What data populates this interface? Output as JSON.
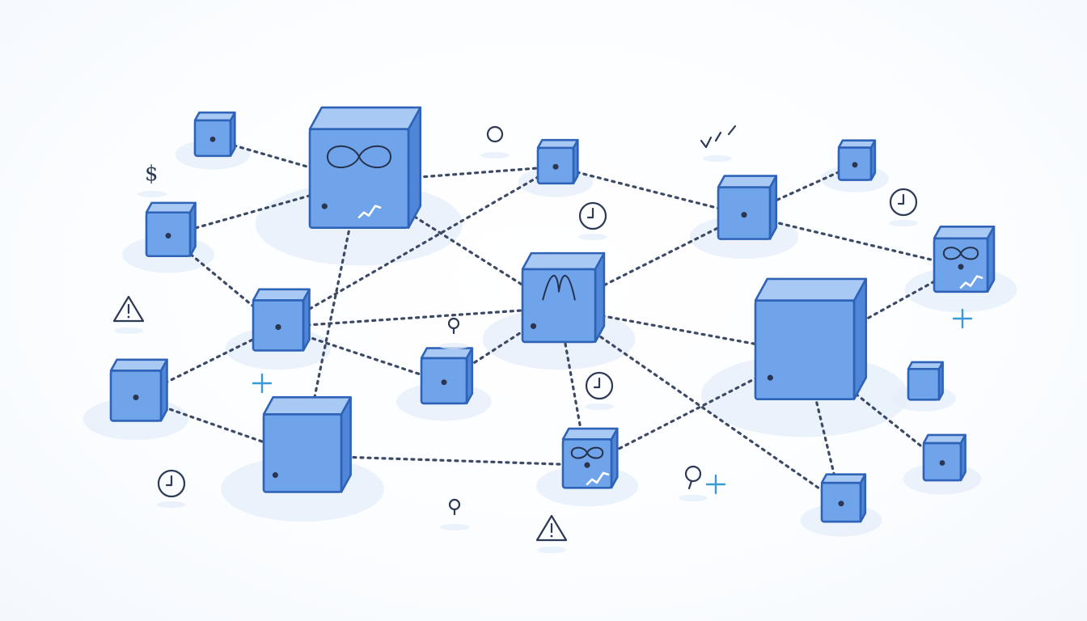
{
  "diagram": {
    "kind": "network-graph",
    "palette": {
      "cube_front": "#6fa3ea",
      "cube_top": "#a9c9f5",
      "cube_side": "#4f86d8",
      "edge": "#3d4a66",
      "accent_plus": "#3a9ad6",
      "shadow": "#e4eef9"
    },
    "nodes": [
      {
        "id": "n1",
        "size": "small",
        "icon": "none"
      },
      {
        "id": "n2",
        "size": "large",
        "icon": "infinity-icon"
      },
      {
        "id": "n3",
        "size": "small",
        "icon": "none"
      },
      {
        "id": "n4",
        "size": "small",
        "icon": "none"
      },
      {
        "id": "n5",
        "size": "small",
        "icon": "none"
      },
      {
        "id": "n6",
        "size": "small",
        "icon": "none"
      },
      {
        "id": "n7",
        "size": "medium",
        "icon": "none"
      },
      {
        "id": "n8",
        "size": "small",
        "icon": "none"
      },
      {
        "id": "n9",
        "size": "medium",
        "icon": "wave-icon"
      },
      {
        "id": "n10",
        "size": "small",
        "icon": "none"
      },
      {
        "id": "n11",
        "size": "small",
        "icon": "none"
      },
      {
        "id": "n12",
        "size": "medium",
        "icon": "infinity-icon"
      },
      {
        "id": "n13",
        "size": "small",
        "icon": "none"
      },
      {
        "id": "n14",
        "size": "large",
        "icon": "infinity-icon"
      },
      {
        "id": "n15",
        "size": "small",
        "icon": "none"
      },
      {
        "id": "n16",
        "size": "small",
        "icon": "none"
      },
      {
        "id": "n17",
        "size": "small",
        "icon": "none"
      },
      {
        "id": "n18",
        "size": "small",
        "icon": "none"
      }
    ],
    "edges": [
      [
        "n1",
        "n2"
      ],
      [
        "n2",
        "n3"
      ],
      [
        "n3",
        "n5"
      ],
      [
        "n5",
        "n6"
      ],
      [
        "n5",
        "n9"
      ],
      [
        "n5",
        "n11"
      ],
      [
        "n2",
        "n9"
      ],
      [
        "n2",
        "n7"
      ],
      [
        "n7",
        "n9"
      ],
      [
        "n7",
        "n12"
      ],
      [
        "n7",
        "n10"
      ],
      [
        "n6",
        "n12"
      ],
      [
        "n6",
        "n11"
      ],
      [
        "n11",
        "n9"
      ],
      [
        "n9",
        "n13"
      ],
      [
        "n12",
        "n13"
      ],
      [
        "n9",
        "n14"
      ],
      [
        "n9",
        "n17"
      ],
      [
        "n13",
        "n14"
      ],
      [
        "n10",
        "n15"
      ],
      [
        "n14",
        "n15"
      ],
      [
        "n14",
        "n16"
      ],
      [
        "n14",
        "n17"
      ],
      [
        "n14",
        "n18"
      ],
      [
        "n8",
        "n10"
      ]
    ],
    "decorations": [
      {
        "icon": "dollar-icon",
        "label": "$"
      },
      {
        "icon": "clock-icon"
      },
      {
        "icon": "clock-icon"
      },
      {
        "icon": "clock-icon"
      },
      {
        "icon": "clock-icon"
      },
      {
        "icon": "circle-icon"
      },
      {
        "icon": "pin-icon"
      },
      {
        "icon": "pin-icon"
      },
      {
        "icon": "warning-icon"
      },
      {
        "icon": "warning-icon"
      },
      {
        "icon": "plus-icon"
      },
      {
        "icon": "plus-icon"
      },
      {
        "icon": "plus-icon"
      },
      {
        "icon": "balloon-icon"
      },
      {
        "icon": "check-marks-icon"
      }
    ]
  }
}
